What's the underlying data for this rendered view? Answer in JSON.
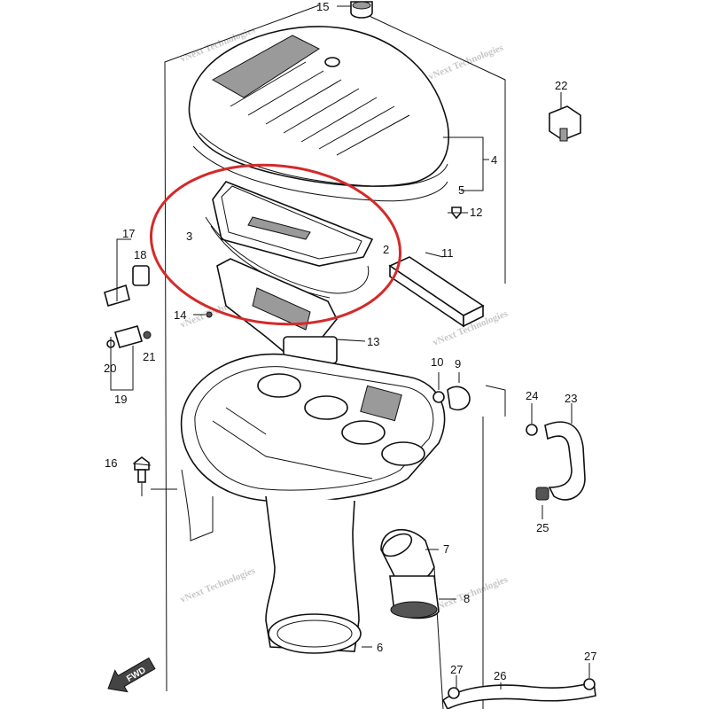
{
  "callouts": [
    {
      "id": "p15",
      "label": "15"
    },
    {
      "id": "p22",
      "label": "22"
    },
    {
      "id": "p4",
      "label": "4"
    },
    {
      "id": "p5",
      "label": "5"
    },
    {
      "id": "p12",
      "label": "12"
    },
    {
      "id": "p3",
      "label": "3"
    },
    {
      "id": "p2",
      "label": "2"
    },
    {
      "id": "p17",
      "label": "17"
    },
    {
      "id": "p18",
      "label": "18"
    },
    {
      "id": "p11",
      "label": "11"
    },
    {
      "id": "p14",
      "label": "14"
    },
    {
      "id": "p13",
      "label": "13"
    },
    {
      "id": "p21",
      "label": "21"
    },
    {
      "id": "p20",
      "label": "20"
    },
    {
      "id": "p19",
      "label": "19"
    },
    {
      "id": "p10",
      "label": "10"
    },
    {
      "id": "p9",
      "label": "9"
    },
    {
      "id": "p24",
      "label": "24"
    },
    {
      "id": "p23",
      "label": "23"
    },
    {
      "id": "p16",
      "label": "16"
    },
    {
      "id": "p25",
      "label": "25"
    },
    {
      "id": "p7",
      "label": "7"
    },
    {
      "id": "p8",
      "label": "8"
    },
    {
      "id": "p6",
      "label": "6"
    },
    {
      "id": "p27a",
      "label": "27"
    },
    {
      "id": "p26",
      "label": "26"
    },
    {
      "id": "p27b",
      "label": "27"
    }
  ],
  "fwd_label": "FWD",
  "watermark_text": "vNext Technologies",
  "highlight_color": "#d42a2a"
}
